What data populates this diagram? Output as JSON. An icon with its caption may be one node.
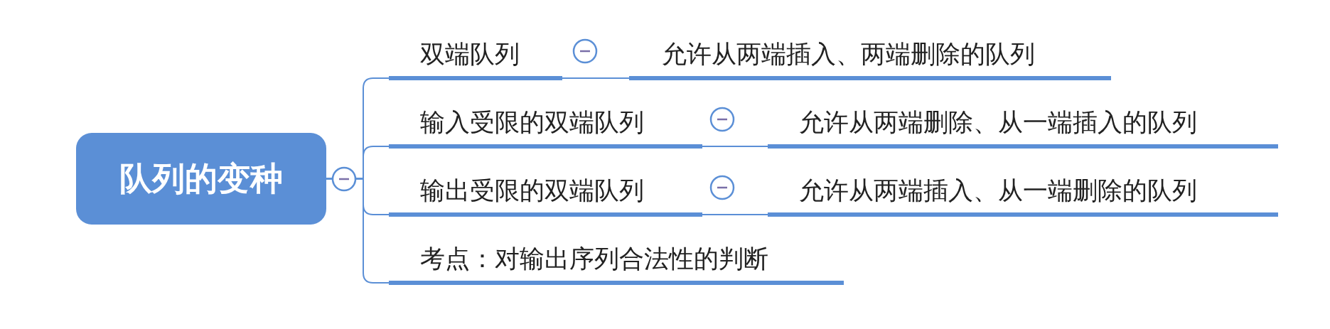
{
  "diagram": {
    "nodes": [
      {
        "text": [
          "队列的变种"
        ]
      },
      {
        "text": [
          "双端队列"
        ]
      },
      {
        "text": [
          "允许从两端插入、两端删除的队列"
        ]
      },
      {
        "text": [
          "输入受限的双端队列"
        ]
      },
      {
        "text": [
          "允许从两端删除、从一端插入的队列"
        ]
      },
      {
        "text": [
          "输出受限的双端队列"
        ]
      },
      {
        "text": [
          "允许从两端插入、从一端删除的队列"
        ]
      },
      {
        "text": [
          "考点：对输出序列合法性的判断"
        ]
      }
    ],
    "edges": [
      {
        "from": 0,
        "to": 1,
        "arrow": "none"
      },
      {
        "from": 0,
        "to": 3,
        "arrow": "none"
      },
      {
        "from": 0,
        "to": 5,
        "arrow": "none"
      },
      {
        "from": 0,
        "to": 7,
        "arrow": "none"
      },
      {
        "from": 1,
        "to": 2,
        "arrow": "none"
      },
      {
        "from": 3,
        "to": 4,
        "arrow": "none"
      },
      {
        "from": 5,
        "to": 6,
        "arrow": "none"
      }
    ]
  }
}
